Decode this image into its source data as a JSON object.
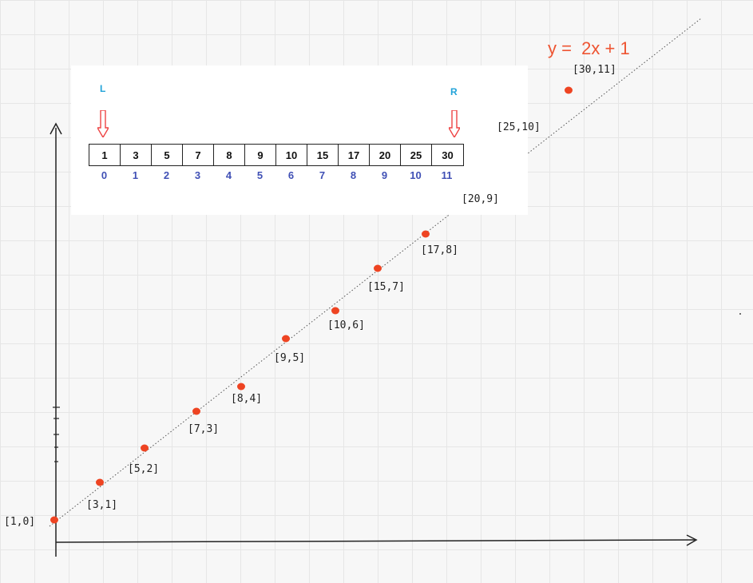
{
  "array": {
    "values": [
      "1",
      "3",
      "5",
      "7",
      "8",
      "9",
      "10",
      "15",
      "17",
      "20",
      "25",
      "30"
    ],
    "indices": [
      "0",
      "1",
      "2",
      "3",
      "4",
      "5",
      "6",
      "7",
      "8",
      "9",
      "10",
      "11"
    ],
    "left_pointer": "L",
    "right_pointer": "R"
  },
  "equation": "y =  2x + 1",
  "points": [
    {
      "x": 1,
      "y": 0,
      "label": "[1,0]"
    },
    {
      "x": 3,
      "y": 1,
      "label": "[3,1]"
    },
    {
      "x": 5,
      "y": 2,
      "label": "[5,2]"
    },
    {
      "x": 7,
      "y": 3,
      "label": "[7,3]"
    },
    {
      "x": 8,
      "y": 4,
      "label": "[8,4]"
    },
    {
      "x": 9,
      "y": 5,
      "label": "[9,5]"
    },
    {
      "x": 10,
      "y": 6,
      "label": "[10,6]"
    },
    {
      "x": 15,
      "y": 7,
      "label": "[15,7]"
    },
    {
      "x": 17,
      "y": 8,
      "label": "[17,8]"
    },
    {
      "x": 20,
      "y": 9,
      "label": "[20,9]"
    },
    {
      "x": 25,
      "y": 10,
      "label": "[25,10]"
    },
    {
      "x": 30,
      "y": 11,
      "label": "[30,11]"
    }
  ],
  "colors": {
    "point": "#ee4422",
    "equation": "#ee5533",
    "pointer_label": "#22a3d9",
    "pointer_arrow": "#ee4444",
    "index": "#4050b5"
  }
}
